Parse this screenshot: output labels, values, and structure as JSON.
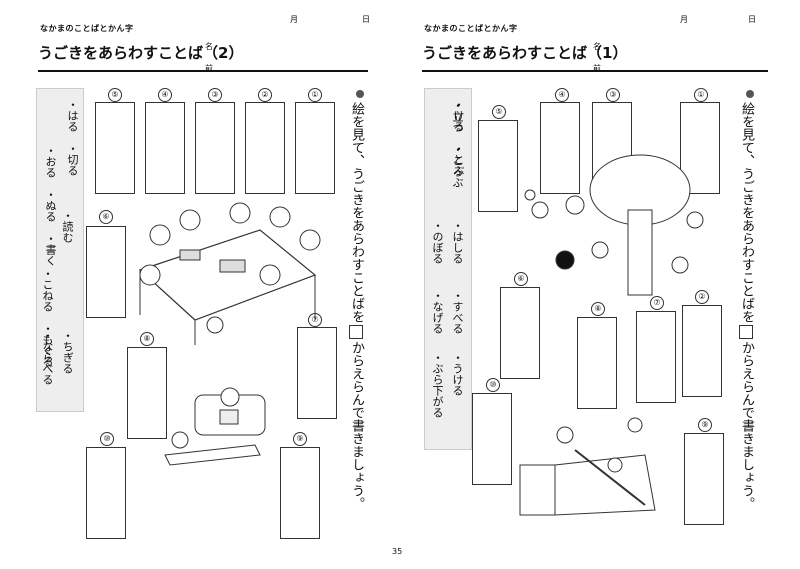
{
  "left_page": {
    "series": "なかまのことばとかん字",
    "title": "うごきをあらわすことば（2）",
    "name_label": [
      "名",
      "前"
    ],
    "month": "月",
    "day": "日",
    "instruction_part1": "絵を見て、うごきをあらわすことばを",
    "instruction_part2": "からえらんで書きましょう。",
    "word_list_col1": [
      "・はる",
      "・切る"
    ],
    "word_list_col2": [
      "・おる",
      "・ぬる",
      "・書く"
    ],
    "word_list_col3": [
      "・読む",
      "・こねる",
      "・もぐる"
    ],
    "word_list_col4": [
      "・ちぎる",
      "・ならべる"
    ],
    "numbers": [
      "⑤",
      "④",
      "③",
      "②",
      "①",
      "⑥",
      "⑦",
      "⑧",
      "⑩",
      "⑨"
    ]
  },
  "right_page": {
    "series": "なかまのことばとかん字",
    "title": "うごきをあらわすことば（1）",
    "name_label": [
      "名",
      "前"
    ],
    "month": "月",
    "day": "日",
    "instruction_part1": "絵を見て、うごきをあらわすことばを",
    "instruction_part2": "からえらんで書きましょう。",
    "word_list_col1": [
      "・ける",
      "・とぶ"
    ],
    "word_list_col2": [
      "・立つ",
      "・ころぶ"
    ],
    "word_list_col3": [
      "・はしる",
      "・のぼる"
    ],
    "word_list_col4": [
      "・すべる",
      "・なげる"
    ],
    "word_list_col5": [
      "・うける",
      "・ぶら下がる"
    ],
    "numbers": [
      "⑤",
      "④",
      "③",
      "①",
      "②",
      "⑥",
      "⑧",
      "⑦",
      "⑩",
      "⑨"
    ]
  },
  "page_number": "35"
}
